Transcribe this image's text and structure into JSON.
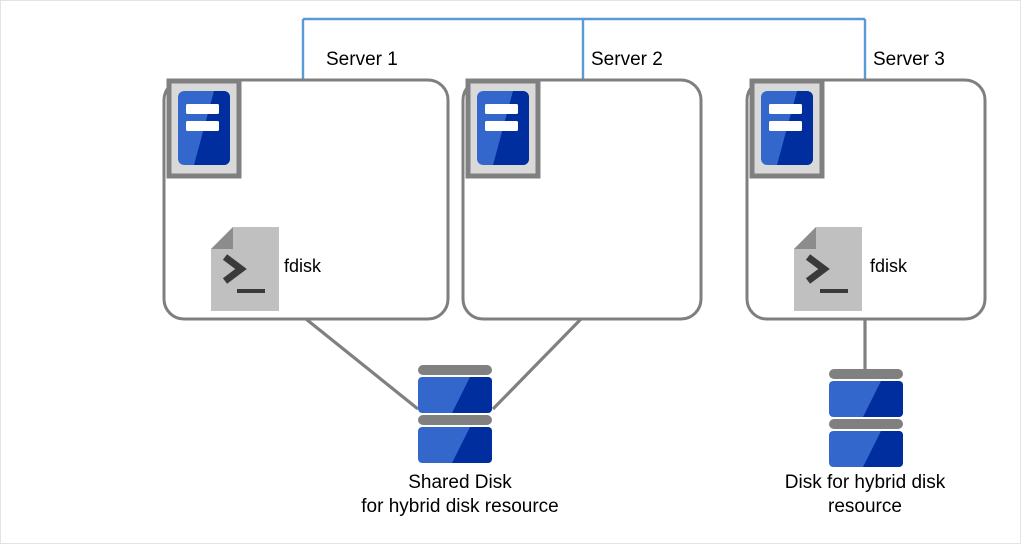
{
  "diagram": {
    "title_text": "",
    "servers": [
      {
        "name": "Server 1",
        "tool_label": "fdisk",
        "has_tool": true
      },
      {
        "name": "Server 2",
        "tool_label": "",
        "has_tool": false
      },
      {
        "name": "Server 3",
        "tool_label": "fdisk",
        "has_tool": true
      }
    ],
    "disks": [
      {
        "caption_line1": "Shared Disk",
        "caption_line2": "for hybrid disk resource"
      },
      {
        "caption_line1": "Disk for hybrid disk",
        "caption_line2": "resource"
      }
    ],
    "icons": {
      "server": "server-icon",
      "disk": "disk-stack-icon",
      "terminal": "terminal-page-icon"
    },
    "colors": {
      "network_line": "#5b9bd5",
      "connector_line": "#808080",
      "box_border": "#7f7f7f",
      "icon_blue_light": "#3367cc",
      "icon_blue_dark": "#002e9e",
      "icon_gray_frame": "#808080",
      "icon_gray_fill": "#d9d9d9",
      "page_gray": "#c0c0c0",
      "page_fold": "#8c8c8c",
      "text": "#000000",
      "canvas_border": "#e3e3e3"
    }
  }
}
